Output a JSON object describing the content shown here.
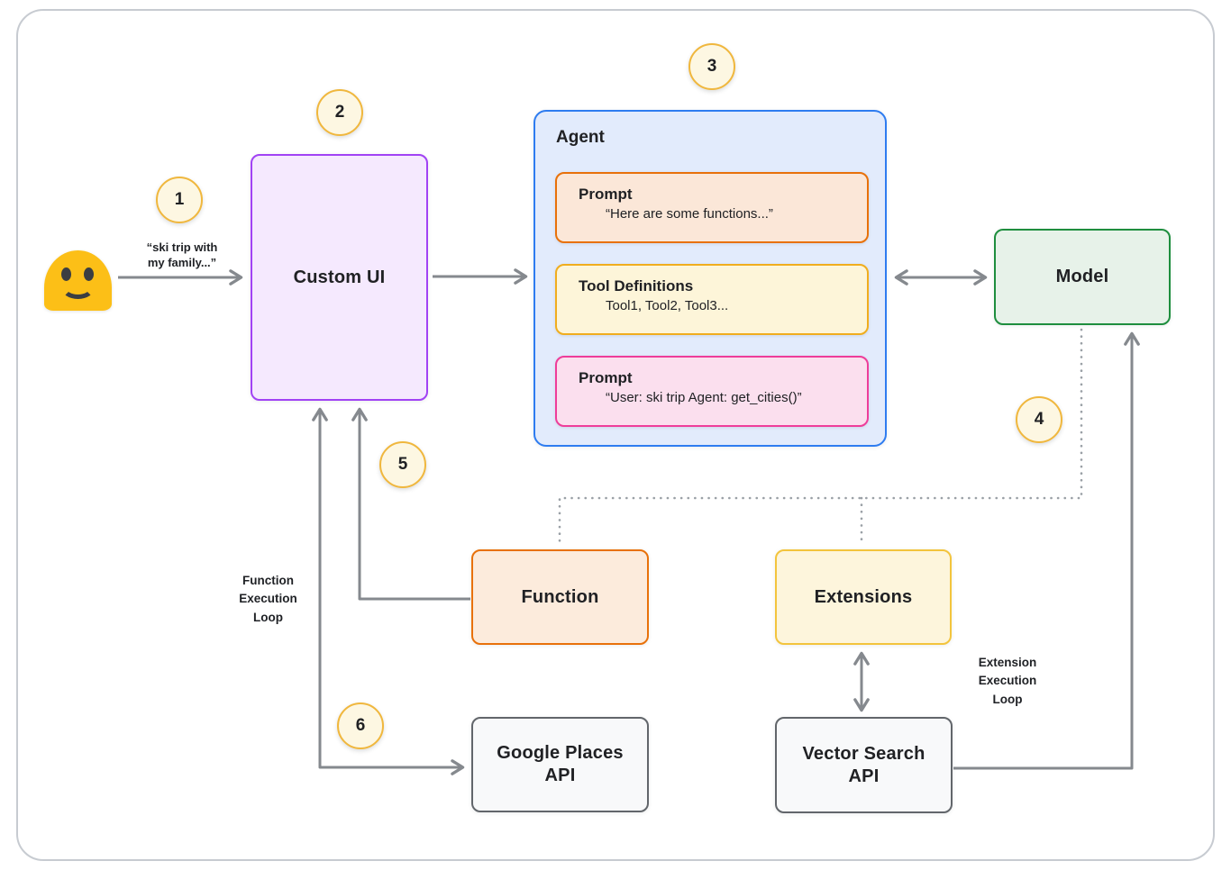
{
  "user": {
    "utterance_line1": "“ski trip with",
    "utterance_line2": "my family...”"
  },
  "badges": [
    "1",
    "2",
    "3",
    "4",
    "5",
    "6"
  ],
  "nodes": {
    "custom_ui": {
      "label": "Custom UI"
    },
    "agent": {
      "label": "Agent",
      "prompt_1": {
        "title": "Prompt",
        "subtitle": "“Here are some functions...”"
      },
      "tool_definitions": {
        "title": "Tool Definitions",
        "subtitle": "Tool1, Tool2, Tool3..."
      },
      "prompt_2": {
        "title": "Prompt",
        "subtitle": "“User: ski trip Agent: get_cities()”"
      }
    },
    "model": {
      "label": "Model"
    },
    "function": {
      "label": "Function"
    },
    "extensions": {
      "label": "Extensions"
    },
    "google_places_api": {
      "line1": "Google Places",
      "line2": "API"
    },
    "vector_search_api": {
      "line1": "Vector Search",
      "line2": "API"
    }
  },
  "labels": {
    "function_loop": [
      "Function",
      "Execution",
      "Loop"
    ],
    "extension_loop": [
      "Extension",
      "Execution",
      "Loop"
    ]
  },
  "colors": {
    "purple_border": "#a142f4",
    "purple_fill": "#f5e9fe",
    "blue_border": "#2e7cf0",
    "blue_fill": "#e2ebfc",
    "orange_border": "#e8710a",
    "orange_fill": "#fbe7d8",
    "gold_border": "#f0ad1e",
    "gold_fill": "#fdf5d9",
    "pink_border": "#ee3d9a",
    "pink_fill": "#fbdfee",
    "green_border": "#1e8e3e",
    "green_fill": "#e7f2e9",
    "gray_border": "#62666b",
    "gray_fill": "#f8f9fa",
    "badge_border": "#f0b73d",
    "badge_fill": "#fdf7e2",
    "arrow": "#85898e",
    "dotted": "#9aa0a6",
    "user_blob": "#fcbf17"
  }
}
